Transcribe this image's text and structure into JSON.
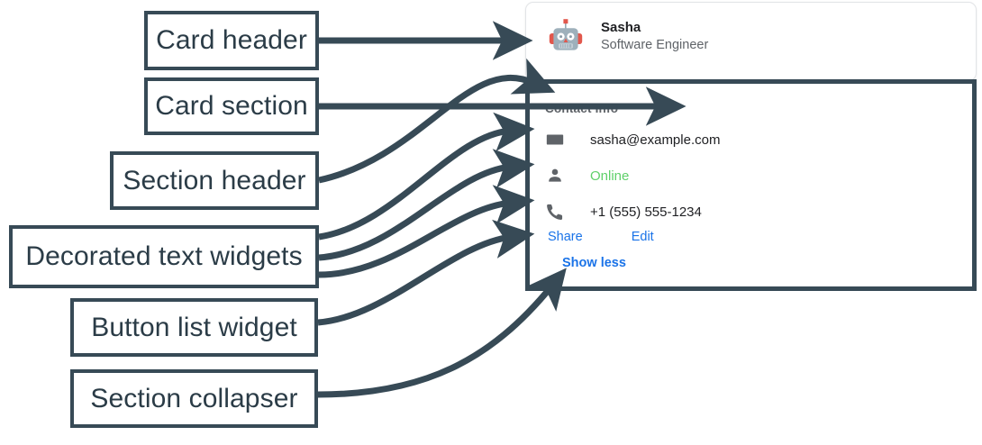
{
  "annotations": {
    "labels": [
      {
        "id": "card-header",
        "text": "Card header"
      },
      {
        "id": "card-section",
        "text": "Card section"
      },
      {
        "id": "section-header",
        "text": "Section header"
      },
      {
        "id": "decorated-text-widgets",
        "text": "Decorated text widgets"
      },
      {
        "id": "button-list-widget",
        "text": "Button list widget"
      },
      {
        "id": "section-collapser",
        "text": "Section collapser"
      }
    ],
    "stroke_color": "#374a56",
    "text_color": "#2b3c47"
  },
  "card": {
    "header": {
      "avatar_icon": "robot-avatar-icon",
      "name": "Sasha",
      "subtitle": "Software Engineer"
    },
    "section": {
      "header": "Contact Info",
      "rows": [
        {
          "icon": "email-icon",
          "text": "sasha@example.com",
          "color": "#202124"
        },
        {
          "icon": "person-icon",
          "text": "Online",
          "color": "#5fd06a"
        },
        {
          "icon": "phone-icon",
          "text": "+1 (555) 555-1234",
          "color": "#202124"
        }
      ],
      "buttons": [
        {
          "label": "Share"
        },
        {
          "label": "Edit"
        }
      ],
      "collapser": {
        "label": "Show less"
      }
    }
  },
  "colors": {
    "link": "#1a73e8",
    "online": "#5fd06a",
    "muted": "#5f6368",
    "text": "#202124",
    "annotation": "#374a56"
  }
}
